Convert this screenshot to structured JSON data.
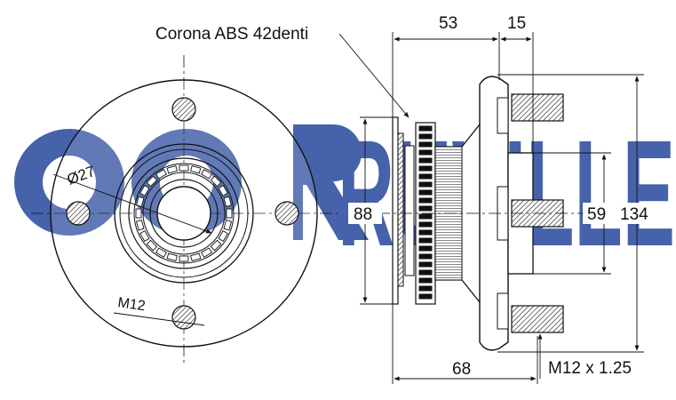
{
  "watermark": {
    "text": "RUVILLE",
    "color": "#3d5aa6"
  },
  "labels": {
    "abs_ring": "Corona ABS 42denti",
    "dim_53": "53",
    "dim_15": "15",
    "dim_88": "88",
    "dim_59": "59",
    "dim_134": "134",
    "dim_68": "68",
    "thread": "M12 x 1.25",
    "bore": "Ø27",
    "stud": "M12"
  }
}
